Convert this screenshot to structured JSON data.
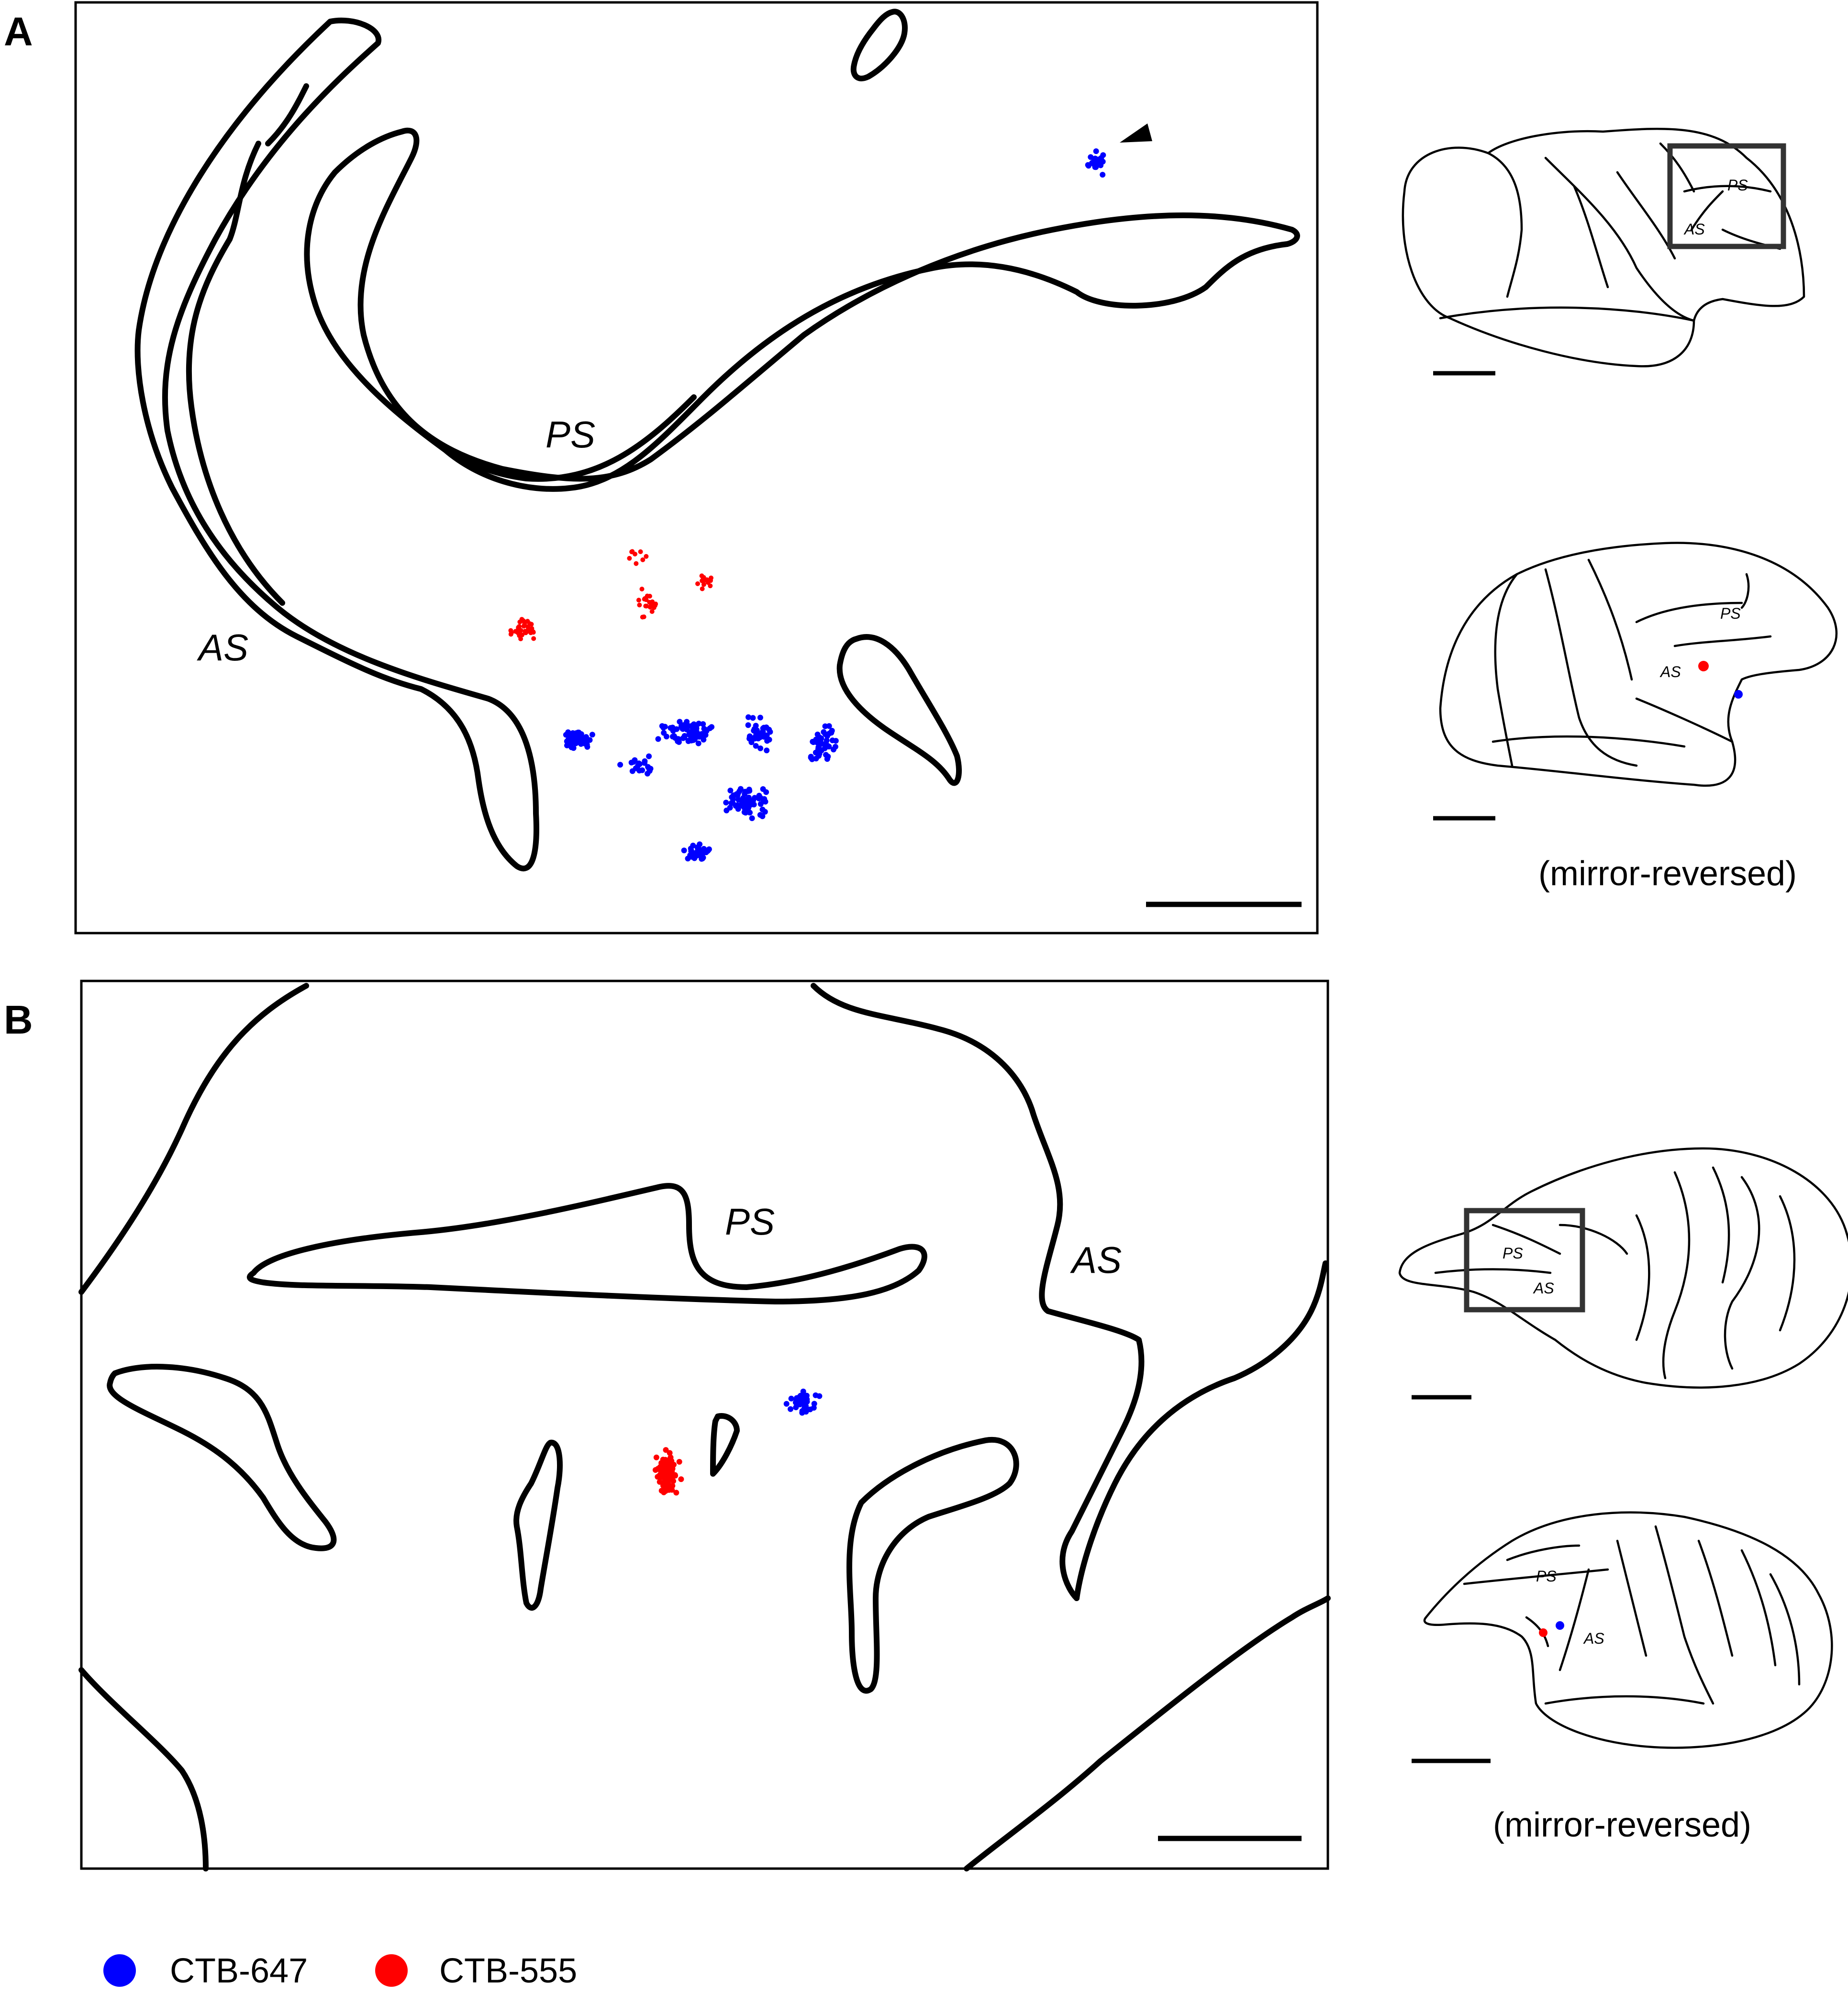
{
  "panels": [
    {
      "letter": "A",
      "labels": {
        "ps": "PS",
        "as": "AS"
      },
      "insets": [
        {
          "labels": {
            "ps": "PS",
            "as": "AS"
          }
        },
        {
          "labels": {
            "ps": "PS",
            "as": "AS"
          },
          "caption": "(mirror-reversed)"
        }
      ]
    },
    {
      "letter": "B",
      "labels": {
        "ps": "PS",
        "as": "AS"
      },
      "insets": [
        {
          "labels": {
            "ps": "PS",
            "as": "AS"
          }
        },
        {
          "labels": {
            "ps": "PS",
            "as": "AS"
          },
          "caption": "(mirror-reversed)"
        }
      ]
    }
  ],
  "legend": [
    {
      "label": "CTB-647",
      "color": "#0000ff"
    },
    {
      "label": "CTB-555",
      "color": "#ff0000"
    }
  ],
  "colors": {
    "ctb647": "#0000ff",
    "ctb555": "#ff0000",
    "outline": "#000000"
  }
}
